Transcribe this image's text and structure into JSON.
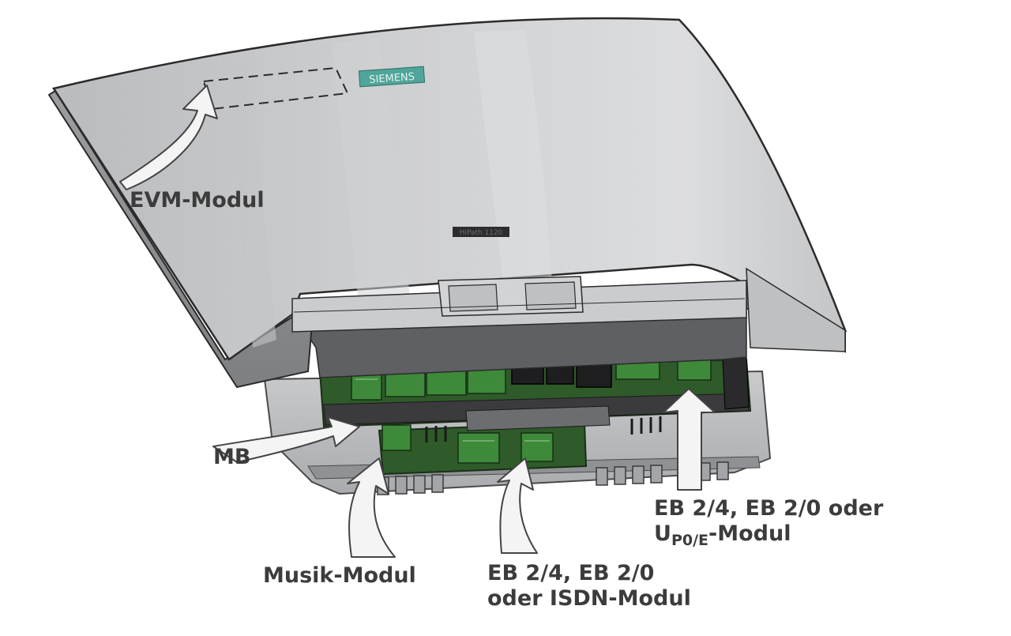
{
  "diagram": {
    "brand_logo_text": "SIEMENS",
    "model_badge_text": "HiPath 1120",
    "labels": {
      "evm_modul": "EVM-Modul",
      "mb": "MB",
      "musik_modul": "Musik-Modul",
      "isdn_line1": "EB 2/4, EB 2/0",
      "isdn_line2": "oder ISDN-Modul",
      "up0e_line1": "EB 2/4, EB 2/0 oder",
      "up0e_prefix": "U",
      "up0e_sub": "P0/E",
      "up0e_suffix": "-Modul"
    },
    "colors": {
      "housing": "#c8c9cb",
      "housing_dark": "#8f9194",
      "board": "#2f5a2a",
      "connector": "#3e8a3a",
      "logo": "#4fa59a",
      "label_text": "#3c3c3c",
      "arrow_fill": "#f4f4f4"
    }
  }
}
